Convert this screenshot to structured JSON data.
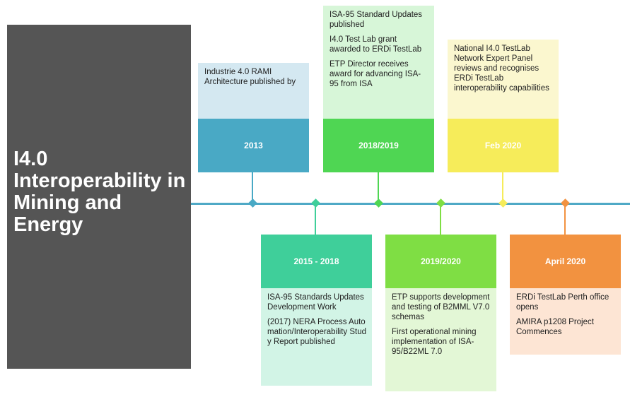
{
  "title": "I4.0 Interoperability in Mining and Energy",
  "colors": {
    "title_panel": "#555555",
    "axis": "#4fa9c6",
    "blue": "#49a9c5",
    "teal": "#3fcf9a",
    "green": "#4fd653",
    "lime": "#7fde44",
    "yellow": "#f6ec5a",
    "orange": "#f29240"
  },
  "milestones": [
    {
      "label": "2013",
      "texts": [
        "Industrie 4.0 RAMI Architecture published by"
      ]
    },
    {
      "label": "2015 - 2018",
      "texts": [
        "ISA-95 Standards Updates Development Work",
        "(2017) NERA Process Automation/Interoperability  Study Report published"
      ]
    },
    {
      "label": "2018/2019",
      "texts": [
        "ISA-95 Standard Updates published",
        "I4.0 Test Lab grant awarded to ERDi TestLab",
        "ETP Director receives award for advancing ISA-95 from ISA"
      ]
    },
    {
      "label": "2019/2020",
      "texts": [
        "ETP supports development and testing of B2MML V7.0 schemas",
        "First operational mining implementation of ISA-95/B22ML 7.0"
      ]
    },
    {
      "label": "Feb 2020",
      "texts": [
        "National I4.0 TestLab Network Expert Panel reviews and recognises ERDi TestLab interoperability capabilities"
      ]
    },
    {
      "label": "April 2020",
      "texts": [
        "ERDi TestLab Perth office opens",
        "AMIRA p1208 Project Commences"
      ]
    }
  ]
}
